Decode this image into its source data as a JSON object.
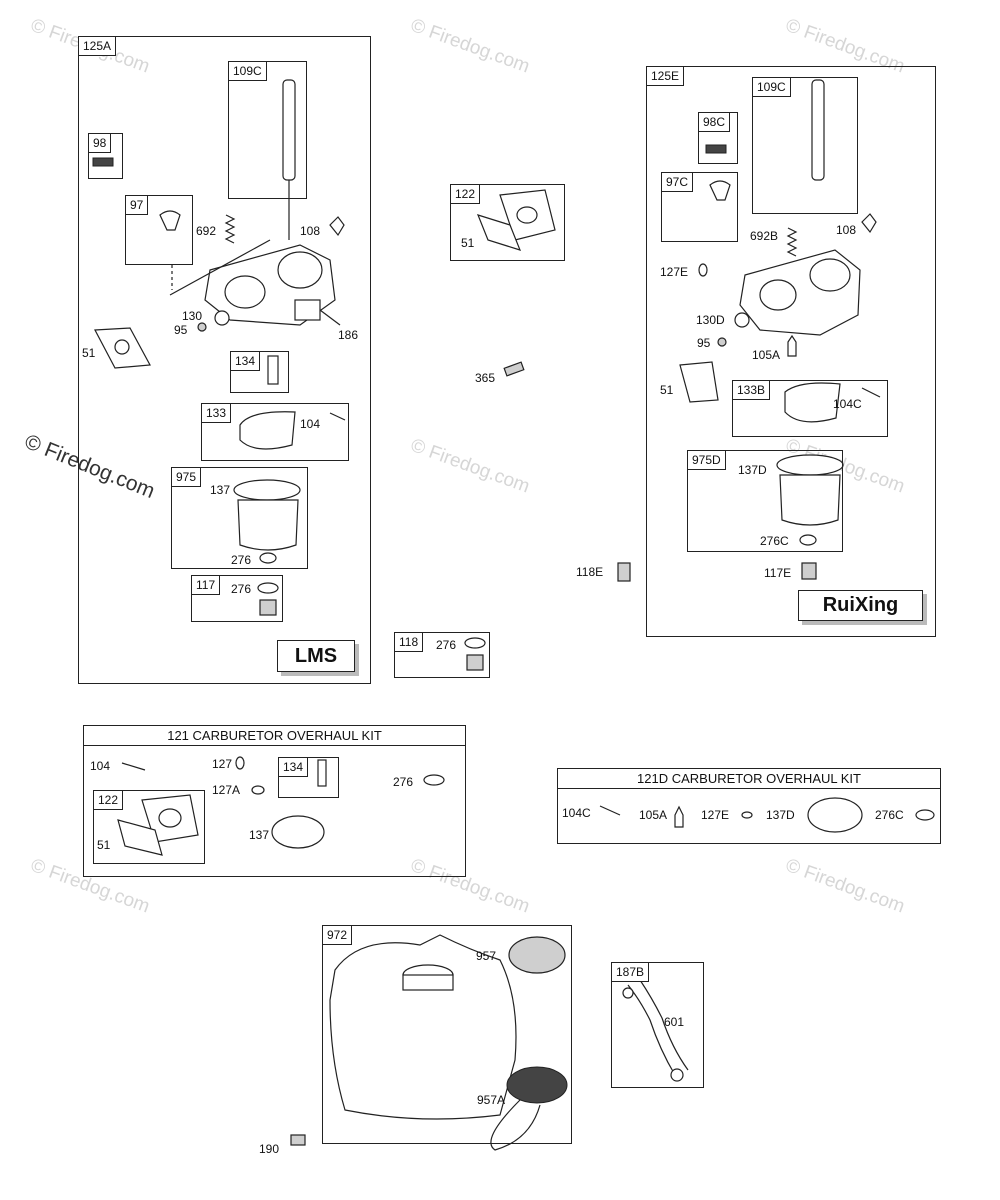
{
  "watermark": {
    "text": "© Firedog.com",
    "side_text": "© Firedog.com"
  },
  "assemblies": {
    "a125A": {
      "tag": "125A",
      "brand": "LMS",
      "items": [
        "109C",
        "98",
        "97",
        "692",
        "108",
        "130",
        "95",
        "186",
        "51",
        "134",
        "133",
        "104",
        "975",
        "137",
        "276",
        "117",
        "276"
      ]
    },
    "a125E": {
      "tag": "125E",
      "brand": "RuiXing",
      "items": [
        "109C",
        "98C",
        "97C",
        "692B",
        "108",
        "127E",
        "130D",
        "95",
        "105A",
        "51",
        "133B",
        "104C",
        "975D",
        "137D",
        "276C",
        "117E"
      ]
    },
    "a122": {
      "tag": "122",
      "items": [
        "51"
      ]
    },
    "a365": {
      "label": "365"
    },
    "a118E": {
      "label": "118E"
    },
    "a118": {
      "tag": "118",
      "items": [
        "276"
      ]
    }
  },
  "kit121": {
    "title": "121 CARBURETOR OVERHAUL KIT",
    "items": [
      "104",
      "127",
      "127A",
      "134",
      "276",
      "122",
      "51",
      "137"
    ]
  },
  "kit121D": {
    "title": "121D CARBURETOR OVERHAUL KIT",
    "items": [
      "104C",
      "105A",
      "127E",
      "137D",
      "276C"
    ]
  },
  "a972": {
    "tag": "972",
    "items": [
      "957",
      "957A"
    ]
  },
  "a190": {
    "label": "190"
  },
  "a187B": {
    "tag": "187B",
    "items": [
      "601"
    ]
  }
}
